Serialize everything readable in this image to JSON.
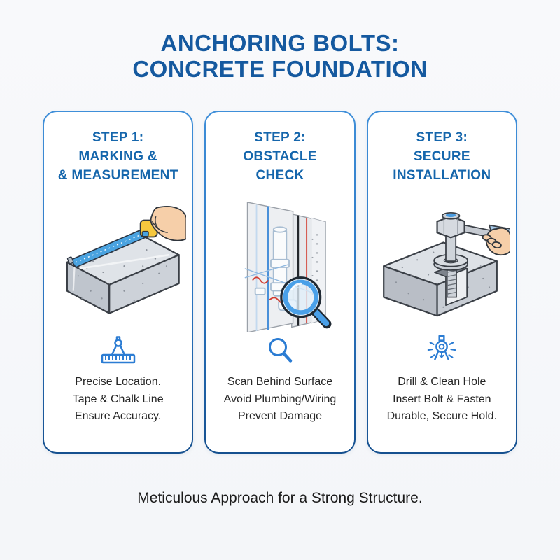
{
  "colors": {
    "background": "#f7f8fa",
    "card_background": "#ffffff",
    "title_blue": "#15599f",
    "heading_blue": "#1566ac",
    "icon_blue": "#2b7cd3",
    "card_border_top": "#3f8fd9",
    "card_border_bottom": "#15508f",
    "body_text": "#262626",
    "tape_blue": "#4aa3e0",
    "tape_case_yellow": "#f6c83e",
    "wire_red": "#d23b2f",
    "concrete_gray": "#cdd2d9"
  },
  "title": {
    "line1": "ANCHORING BOLTS:",
    "line2": "CONCRETE FOUNDATION"
  },
  "steps": [
    {
      "heading": {
        "line1": "STEP 1:",
        "line2": "MARKING &",
        "line3": "& MEASUREMENT"
      },
      "illustration": "tape-measure-on-concrete-block",
      "icon": "compass-ruler-icon",
      "body": {
        "line1": "Precise Location.",
        "line2": "Tape & Chalk Line",
        "line3": "Ensure Accuracy."
      }
    },
    {
      "heading": {
        "line1": "STEP 2:",
        "line2": "OBSTACLE",
        "line3": "CHECK"
      },
      "illustration": "wall-scan-with-magnifier",
      "icon": "magnifier-icon",
      "body": {
        "line1": "Scan Behind Surface",
        "line2": "Avoid Plumbing/Wiring",
        "line3": "Prevent Damage"
      }
    },
    {
      "heading": {
        "line1": "STEP 3:",
        "line2": "SECURE",
        "line3": "INSTALLATION"
      },
      "illustration": "anchor-bolt-in-concrete-block",
      "icon": "drill-sparkle-icon",
      "body": {
        "line1": "Drill & Clean Hole",
        "line2": "Insert Bolt & Fasten",
        "line3": "Durable, Secure Hold."
      }
    }
  ],
  "footer": "Meticulous Approach for a Strong Structure."
}
